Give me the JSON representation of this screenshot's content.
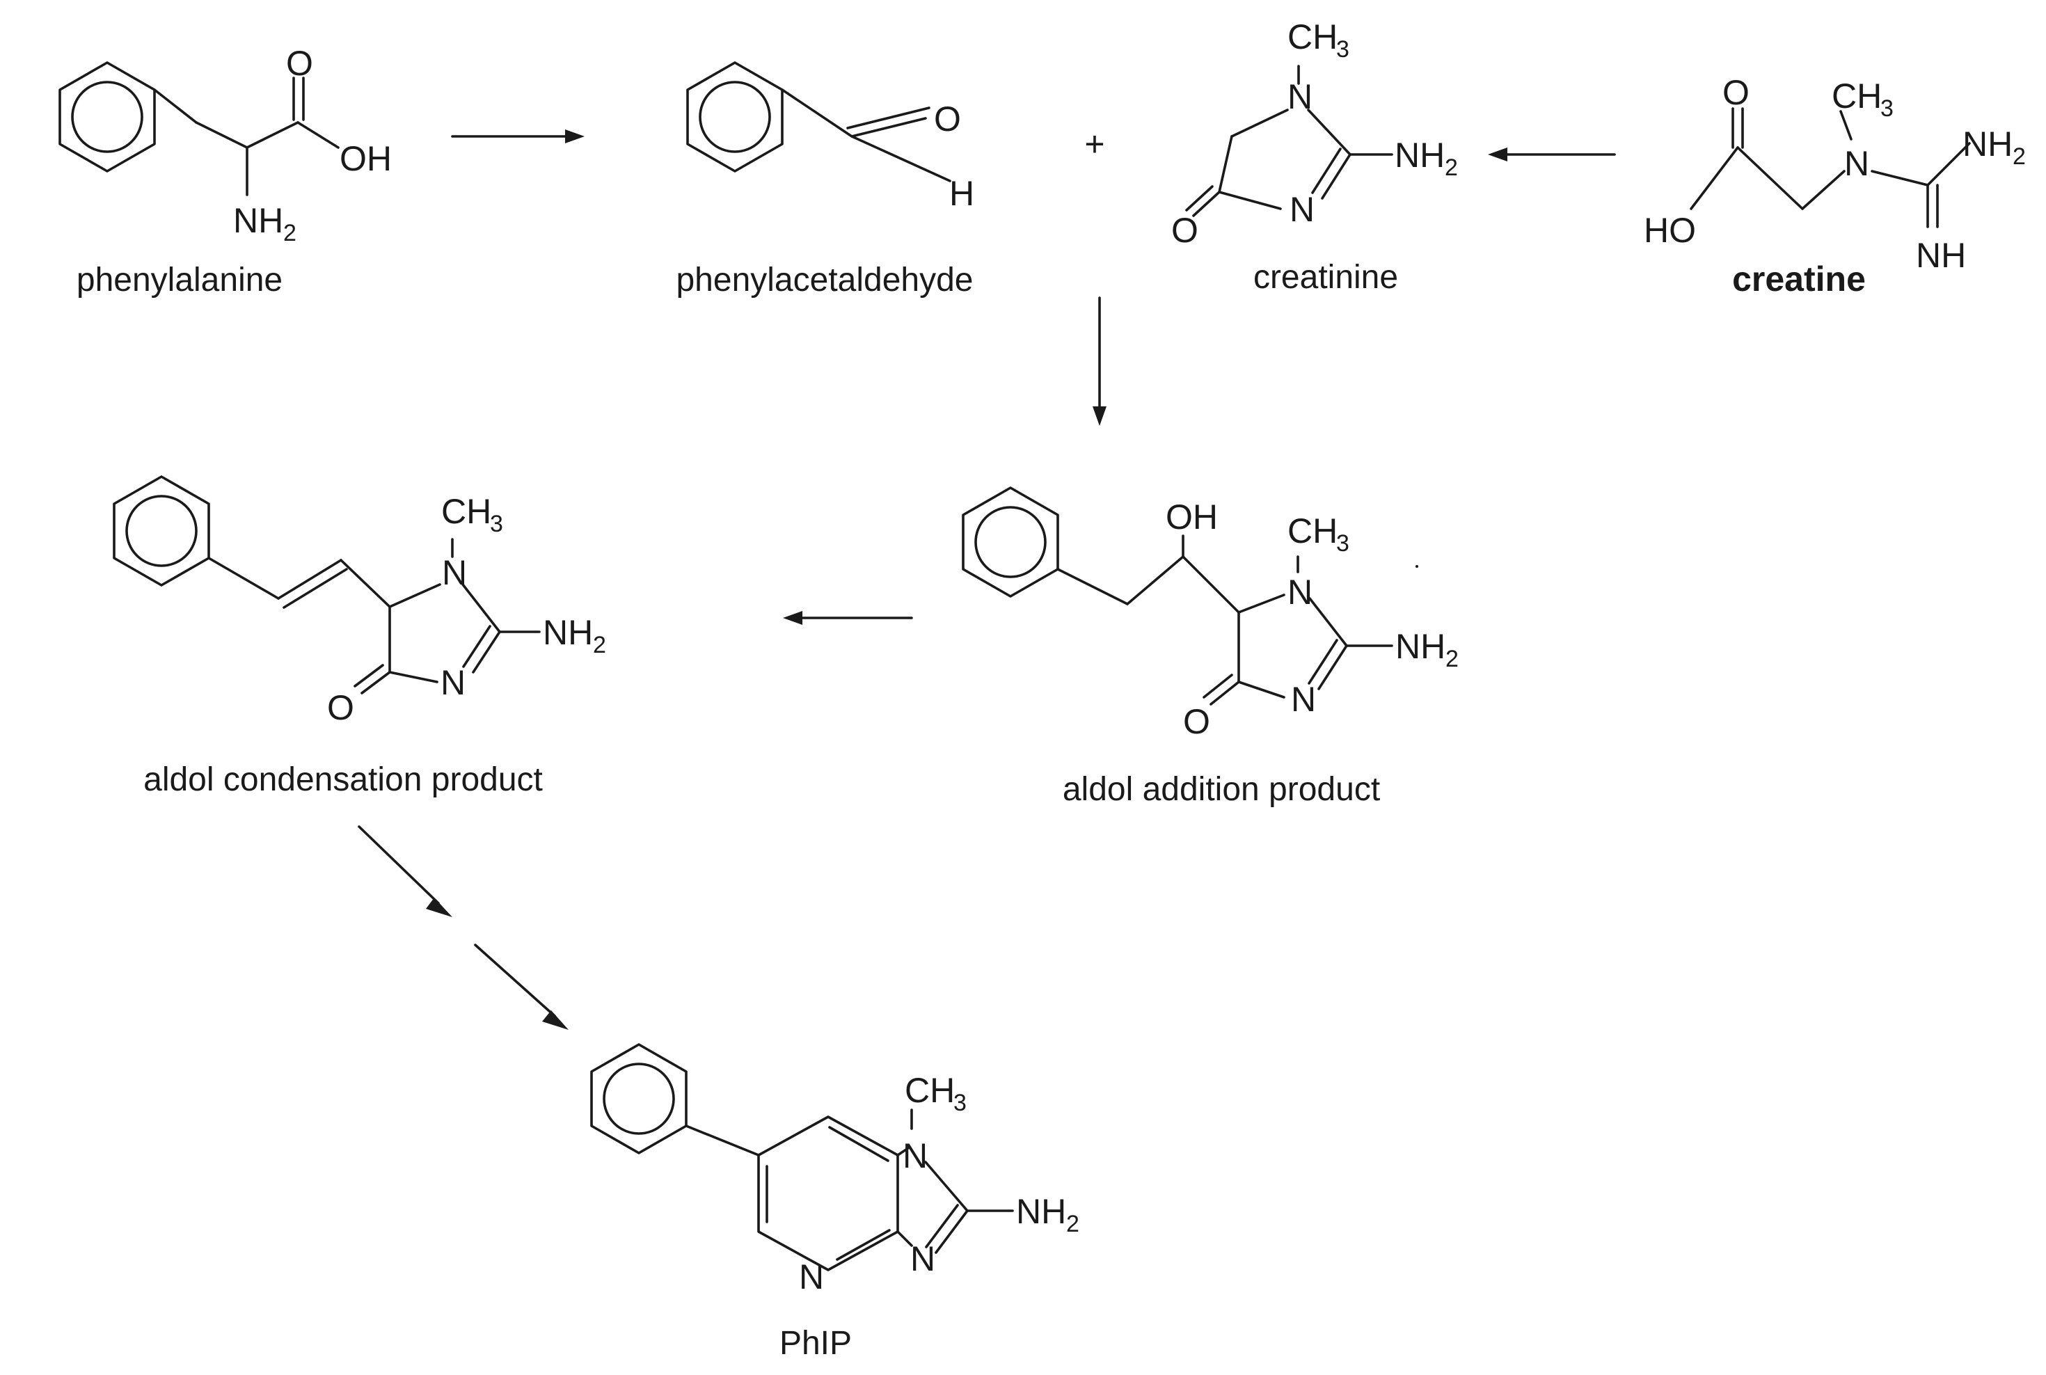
{
  "diagram": {
    "plus": "+",
    "compounds": {
      "phenylalanine": "phenylalanine",
      "phenylacetaldehyde": "phenylacetaldehyde",
      "creatinine": "creatinine",
      "creatine": "creatine",
      "aldol_condensation": "aldol condensation product",
      "aldol_addition": "aldol addition product",
      "phip": "PhIP"
    },
    "atoms": {
      "O": "O",
      "OH": "OH",
      "HO": "HO",
      "H": "H",
      "N": "N",
      "NH": "NH",
      "NH2": "NH",
      "CH3": "CH",
      "subscript_2": "2",
      "subscript_3": "3"
    }
  }
}
